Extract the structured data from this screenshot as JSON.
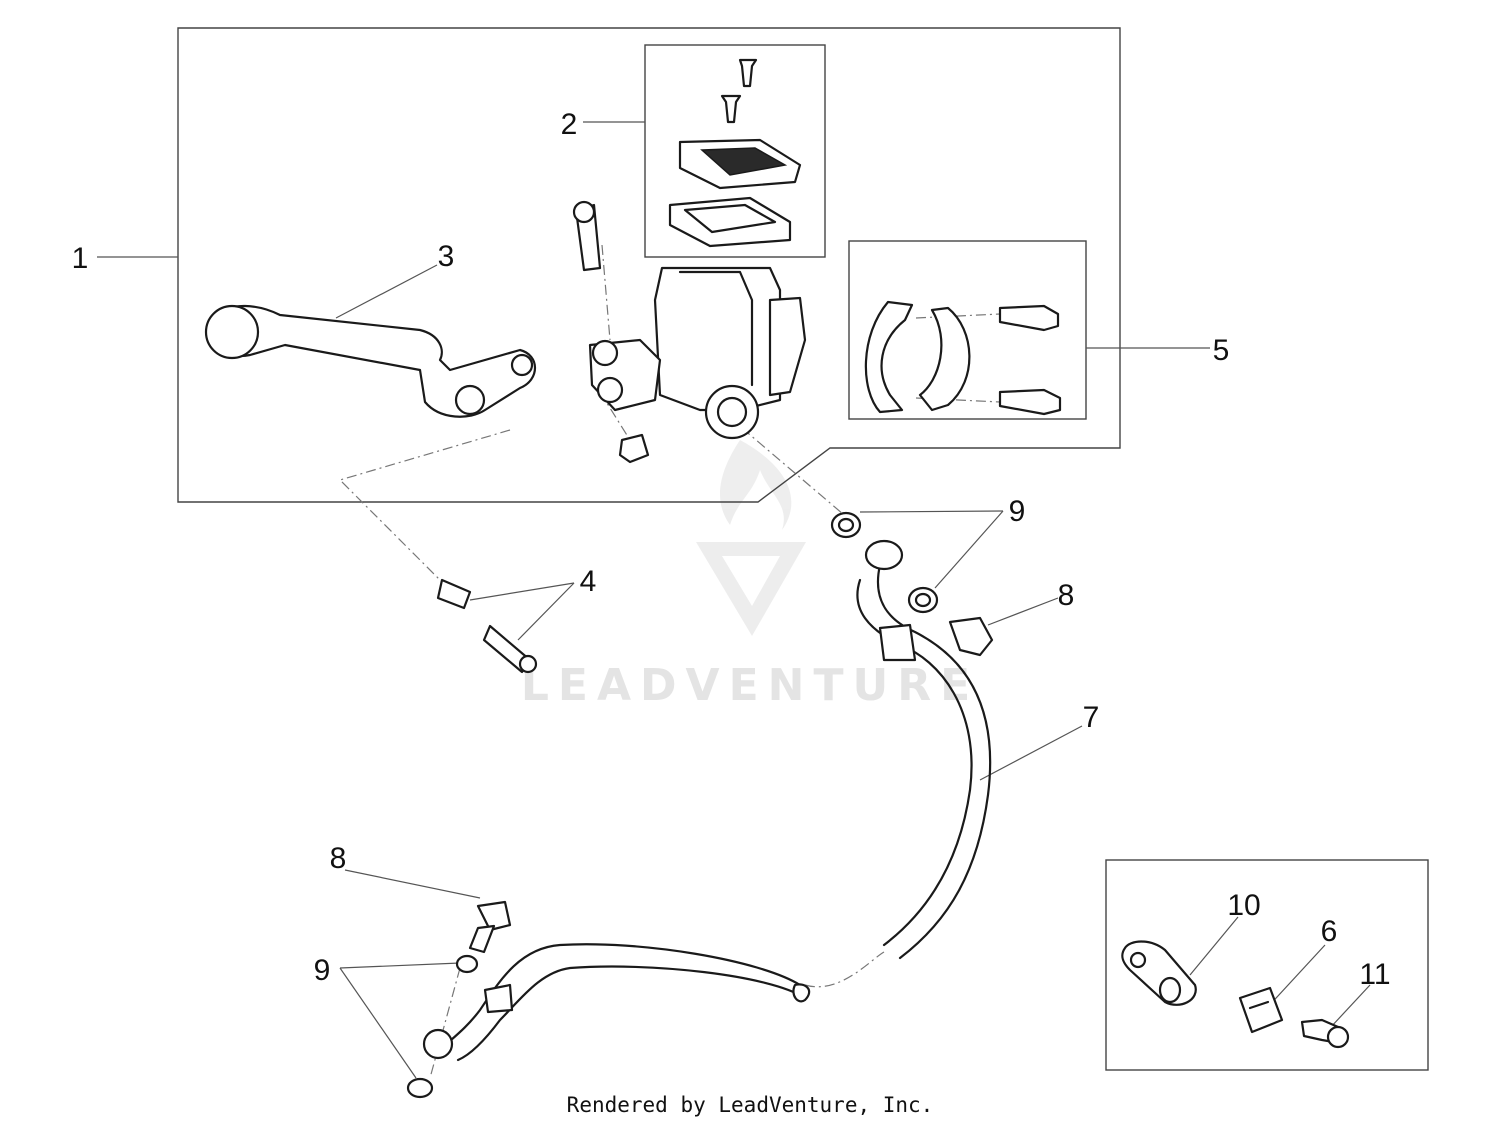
{
  "callouts": {
    "c1": "1",
    "c2": "2",
    "c3": "3",
    "c4": "4",
    "c5": "5",
    "c6": "6",
    "c7": "7",
    "c8a": "8",
    "c8b": "8",
    "c9a": "9",
    "c9b": "9",
    "c10": "10",
    "c11": "11"
  },
  "watermark": "LEADVENTURE",
  "footer": "Rendered by LeadVenture, Inc.",
  "colors": {
    "line": "#1a1a1a",
    "watermark": "#e4e4e4",
    "background": "#ffffff"
  }
}
